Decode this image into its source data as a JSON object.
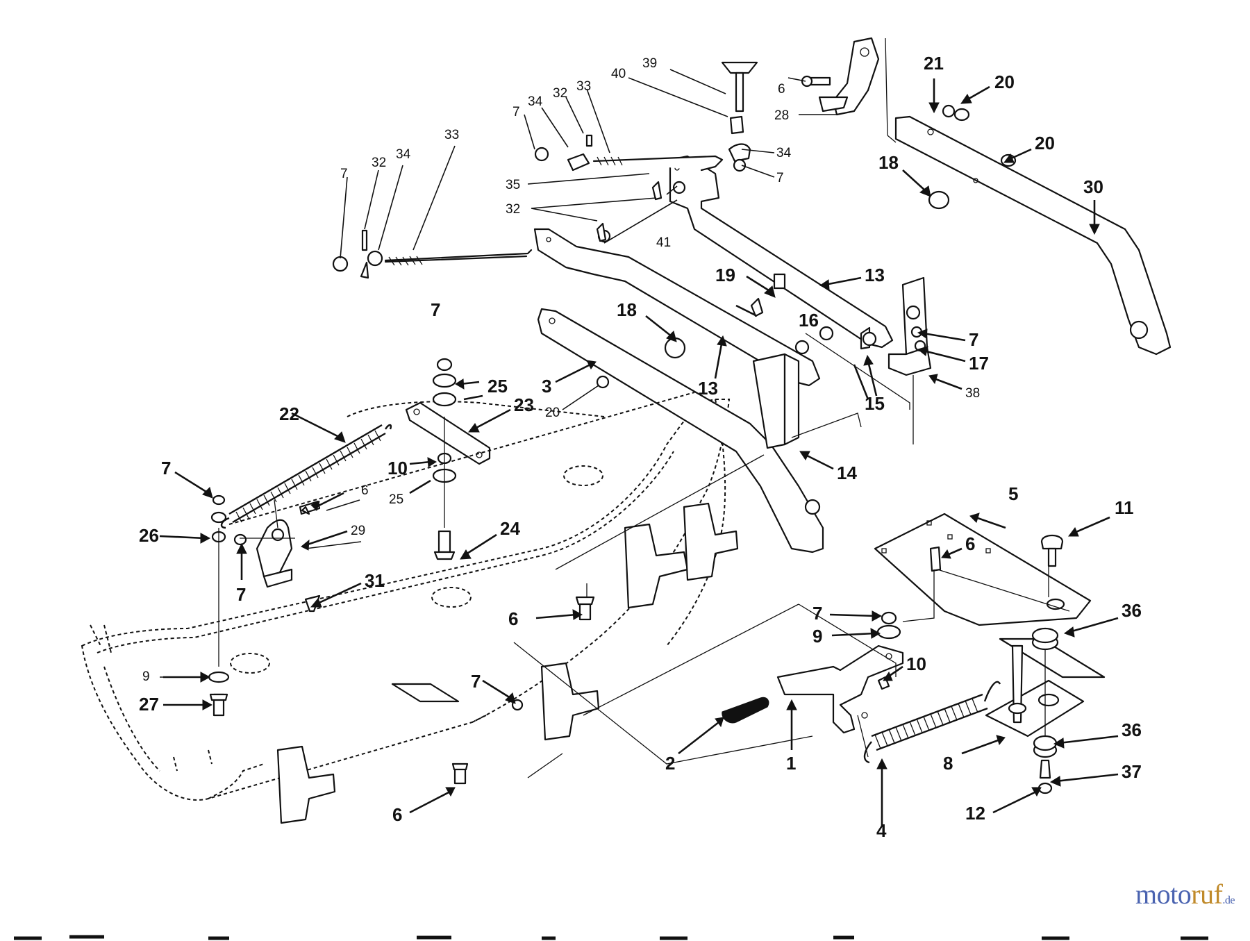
{
  "watermark": {
    "name": "motoruf",
    "part_a": "moto",
    "part_b": "ruf",
    "tld": ".de",
    "color_primary": "#4a63b0",
    "color_accent": "#c08a2a"
  },
  "callouts": [
    {
      "id": "c39",
      "text": "39"
    },
    {
      "id": "c40",
      "text": "40"
    },
    {
      "id": "c34a",
      "text": "34"
    },
    {
      "id": "c32a",
      "text": "32"
    },
    {
      "id": "c33a",
      "text": "33"
    },
    {
      "id": "c7a",
      "text": "7"
    },
    {
      "id": "c35",
      "text": "35"
    },
    {
      "id": "c32b",
      "text": "32"
    },
    {
      "id": "c41",
      "text": "41"
    },
    {
      "id": "c34b",
      "text": "34"
    },
    {
      "id": "c7b",
      "text": "7"
    },
    {
      "id": "c6a",
      "text": "6"
    },
    {
      "id": "c28",
      "text": "28"
    },
    {
      "id": "c21",
      "text": "21"
    },
    {
      "id": "c20a",
      "text": "20"
    },
    {
      "id": "c20b",
      "text": "20"
    },
    {
      "id": "c18a",
      "text": "18"
    },
    {
      "id": "c30",
      "text": "30"
    },
    {
      "id": "c33b",
      "text": "33"
    },
    {
      "id": "c34c",
      "text": "34"
    },
    {
      "id": "c32c",
      "text": "32"
    },
    {
      "id": "c7c",
      "text": "7"
    },
    {
      "id": "c13a",
      "text": "13"
    },
    {
      "id": "c19",
      "text": "19"
    },
    {
      "id": "c16",
      "text": "16"
    },
    {
      "id": "c7d",
      "text": "7"
    },
    {
      "id": "c17",
      "text": "17"
    },
    {
      "id": "c15",
      "text": "15"
    },
    {
      "id": "c38",
      "text": "38"
    },
    {
      "id": "c18b",
      "text": "18"
    },
    {
      "id": "c13b",
      "text": "13"
    },
    {
      "id": "c3",
      "text": "3"
    },
    {
      "id": "c20c",
      "text": "20"
    },
    {
      "id": "c14",
      "text": "14"
    },
    {
      "id": "c7e",
      "text": "7"
    },
    {
      "id": "c25a",
      "text": "25"
    },
    {
      "id": "c23",
      "text": "23"
    },
    {
      "id": "c22",
      "text": "22"
    },
    {
      "id": "c10a",
      "text": "10"
    },
    {
      "id": "c25b",
      "text": "25"
    },
    {
      "id": "c7f",
      "text": "7"
    },
    {
      "id": "c6b",
      "text": "6"
    },
    {
      "id": "c26",
      "text": "26"
    },
    {
      "id": "c29",
      "text": "29"
    },
    {
      "id": "c7g",
      "text": "7"
    },
    {
      "id": "c24",
      "text": "24"
    },
    {
      "id": "c31",
      "text": "31"
    },
    {
      "id": "c5",
      "text": "5"
    },
    {
      "id": "c11",
      "text": "11"
    },
    {
      "id": "c6c",
      "text": "6"
    },
    {
      "id": "c6d",
      "text": "6"
    },
    {
      "id": "c7h",
      "text": "7"
    },
    {
      "id": "c9a",
      "text": "9"
    },
    {
      "id": "c36a",
      "text": "36"
    },
    {
      "id": "c10b",
      "text": "10"
    },
    {
      "id": "c9b",
      "text": "9"
    },
    {
      "id": "c27",
      "text": "27"
    },
    {
      "id": "c7i",
      "text": "7"
    },
    {
      "id": "c2",
      "text": "2"
    },
    {
      "id": "c1",
      "text": "1"
    },
    {
      "id": "c36b",
      "text": "36"
    },
    {
      "id": "c8",
      "text": "8"
    },
    {
      "id": "c37",
      "text": "37"
    },
    {
      "id": "c4",
      "text": "4"
    },
    {
      "id": "c12",
      "text": "12"
    },
    {
      "id": "c6e",
      "text": "6"
    }
  ]
}
